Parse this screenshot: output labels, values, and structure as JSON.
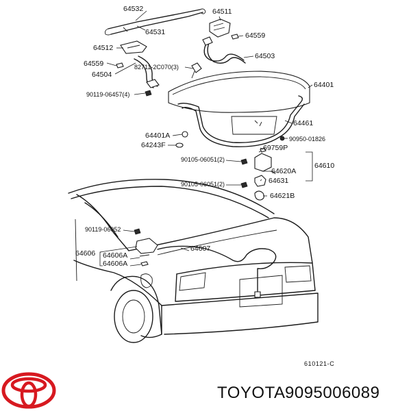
{
  "diagram": {
    "labels": {
      "p64532": "64532",
      "p64531": "64531",
      "p64511": "64511",
      "p64559_right": "64559",
      "p64512": "64512",
      "p64503": "64503",
      "p64559_left": "64559",
      "p82711": "82711-2C070(3)",
      "p64504": "64504",
      "p64401": "64401",
      "p90119_06457": "90119-06457(4)",
      "p64461": "64461",
      "p64401A": "64401A",
      "p90950": "90950-01826",
      "p64243F": "64243F",
      "p69759P": "69759P",
      "p90105_a": "90105-06051(2)",
      "p64620A": "64620A",
      "p64610": "64610",
      "p64631": "64631",
      "p90105_b": "90105-06051(2)",
      "p64621B": "64621B",
      "p90119_06052": "90119-06052",
      "p64607": "64607",
      "p64606": "64606",
      "p64606A_1": "64606A",
      "p64606A_2": "64606A"
    },
    "figure_code": "610121-C"
  },
  "footer": {
    "brand": "TOYOTA",
    "part_number": "9095006089",
    "logo_color": "#d71920"
  }
}
